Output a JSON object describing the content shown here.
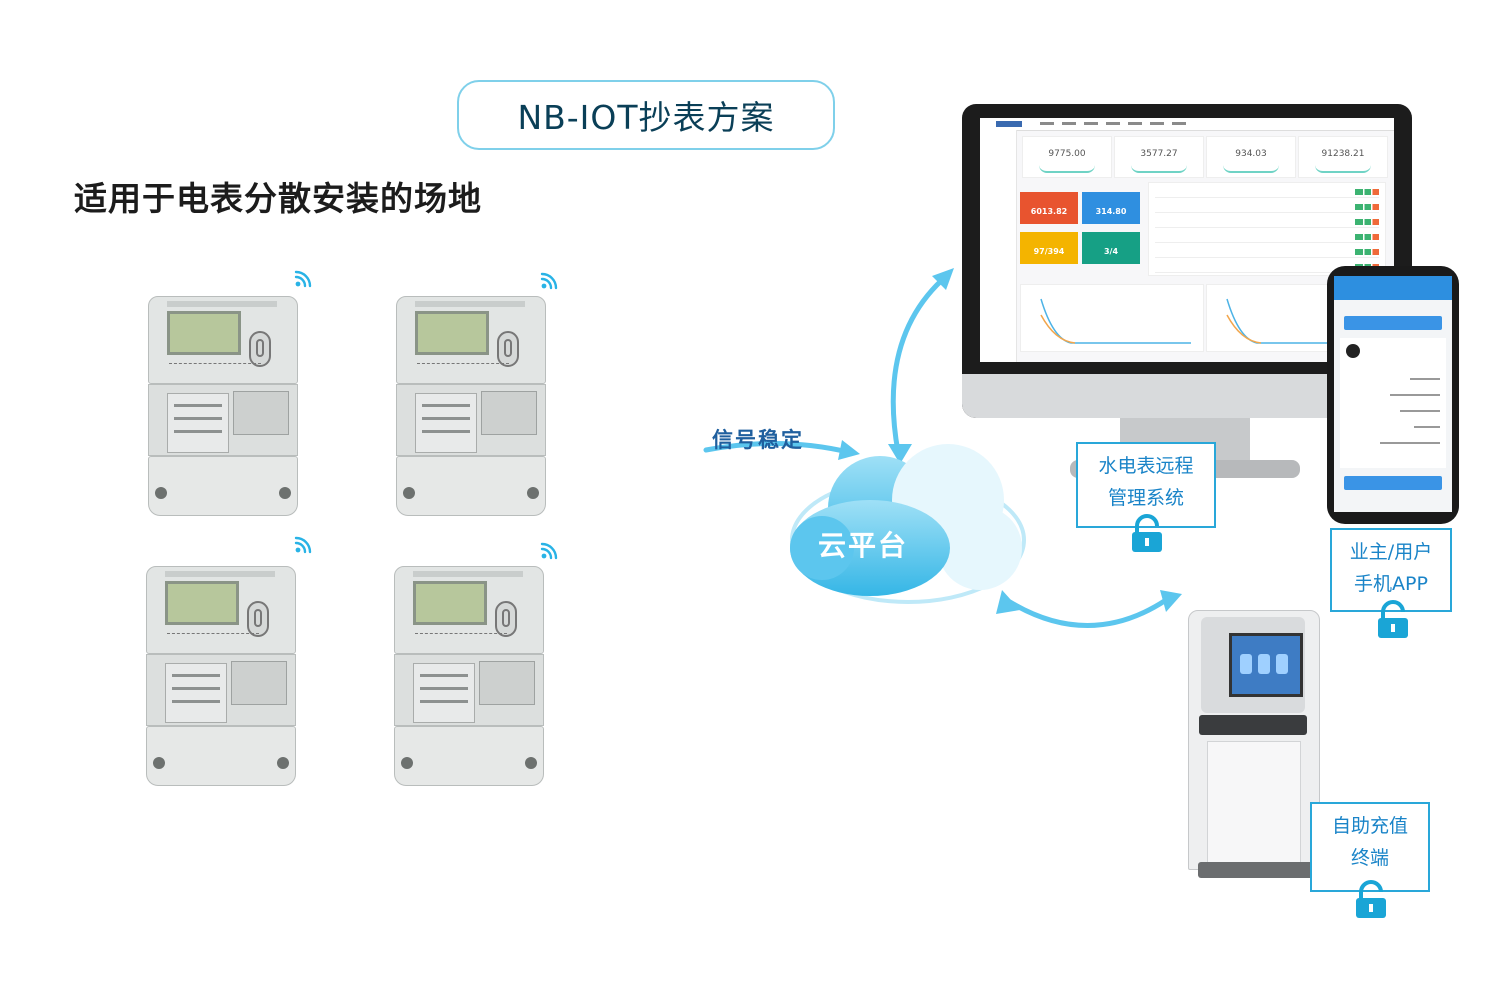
{
  "title": "NB-IOT抄表方案",
  "subtitle": "适用于电表分散安装的场地",
  "signal_label": "信号稳定",
  "cloud_label": "云平台",
  "labels": {
    "management": [
      "水电表远程",
      "管理系统"
    ],
    "app": [
      "业主/用户",
      "手机APP"
    ],
    "kiosk": [
      "自助充值",
      "终端"
    ]
  },
  "dashboard": {
    "stats": [
      "9775.00",
      "3577.27",
      "934.03",
      "91238.21"
    ],
    "tiles": [
      {
        "value": "6013.82",
        "color": "#e8542f"
      },
      {
        "value": "314.80",
        "color": "#2f8fe0"
      },
      {
        "value": "97/394",
        "color": "#f4b400"
      },
      {
        "value": "3/4",
        "color": "#16a085"
      }
    ]
  },
  "icons": [
    "wifi-icon",
    "cloud-icon",
    "lock-icon",
    "arrow-icon"
  ],
  "colors": {
    "accent": "#29a7d9",
    "arrow": "#5cc6ee",
    "title_text": "#0a3f57"
  }
}
